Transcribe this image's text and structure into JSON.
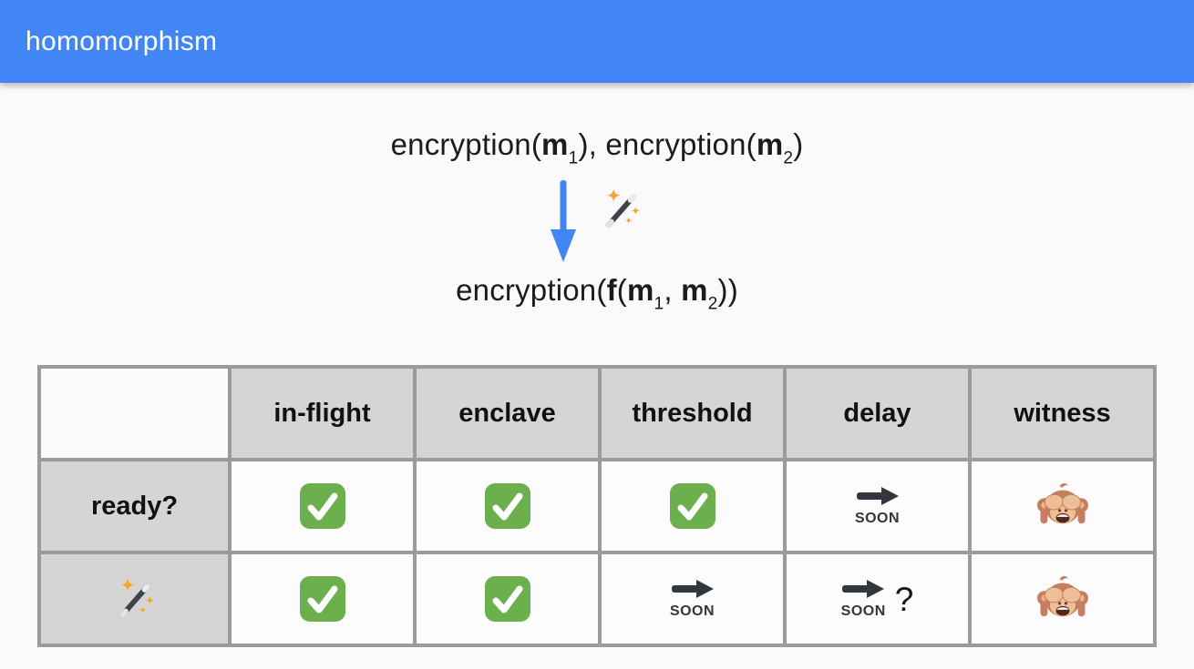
{
  "app": {
    "title": "homomorphism"
  },
  "colors": {
    "topbar_blue": "#4285f4",
    "arrow_blue": "#4285f4",
    "check_green": "#6cb04d",
    "table_border_gray": "#9b9b9b",
    "header_cell_gray": "#d5d5d5",
    "cell_white": "#fcfcfc",
    "soon_dark": "#31373c",
    "sparkle_orange": "#f4a62a"
  },
  "diagram": {
    "top_formula": {
      "part1": "encryption(",
      "var1": "m",
      "sub1": "1",
      "part2": "), encryption(",
      "var2": "m",
      "sub2": "2",
      "part3": ")"
    },
    "transform_icons": [
      "arrow-down",
      "magic-wand"
    ],
    "bottom_formula": {
      "part1": "encryption(",
      "fn": "f",
      "part2": "(",
      "var1": "m",
      "sub1": "1",
      "part3": ", ",
      "var2": "m",
      "sub2": "2",
      "part4": "))"
    }
  },
  "table": {
    "columns": [
      "",
      "in-flight",
      "enclave",
      "threshold",
      "delay",
      "witness"
    ],
    "soon_label": "SOON",
    "question_label": "?",
    "rows": [
      {
        "header": "ready?",
        "header_icon": null,
        "cells": [
          "check",
          "check",
          "check",
          "soon",
          "see-no-evil-monkey"
        ]
      },
      {
        "header": "",
        "header_icon": "magic-wand",
        "cells": [
          "check",
          "check",
          "soon",
          "soon-question",
          "see-no-evil-monkey"
        ]
      }
    ]
  }
}
